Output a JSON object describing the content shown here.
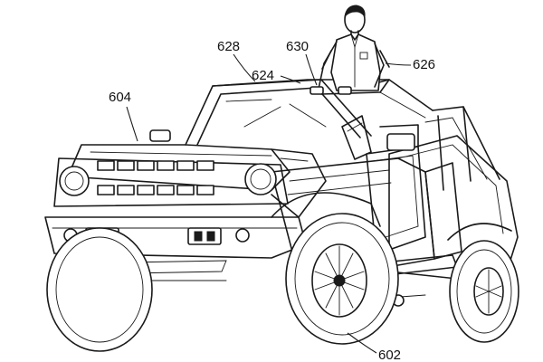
{
  "figure": {
    "labels": {
      "vehicle": "602",
      "hood": "604",
      "operator": "626",
      "roof_edge": "628",
      "windshield_top": "624",
      "hand_contact": "630"
    }
  }
}
